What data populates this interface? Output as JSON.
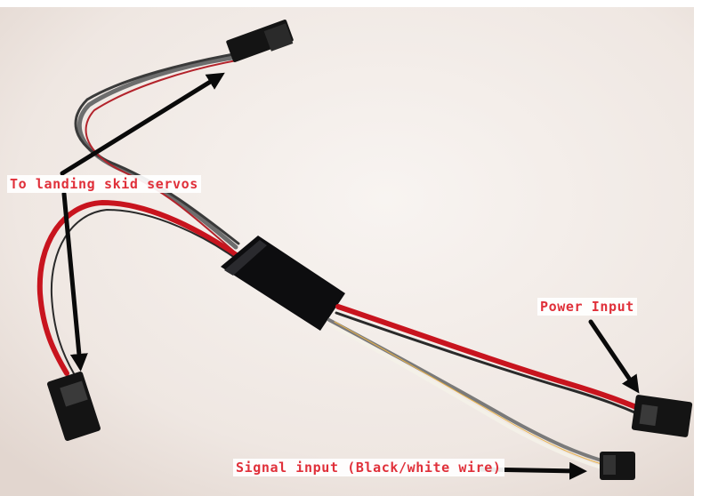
{
  "annotations": {
    "landing_skid": "To landing skid servos",
    "power_input": "Power Input",
    "signal_input": "Signal input (Black/white wire)"
  },
  "colors": {
    "label_text": "#e0303a",
    "wire_red": "#c8141e",
    "wire_black": "#2a2a2a",
    "wire_gray": "#7a7a7a",
    "wire_white": "#f4f1e8",
    "connector": "#141414",
    "module": "#0d0d0f",
    "arrow": "#0a0a0a",
    "background": "#f1ebe6"
  }
}
